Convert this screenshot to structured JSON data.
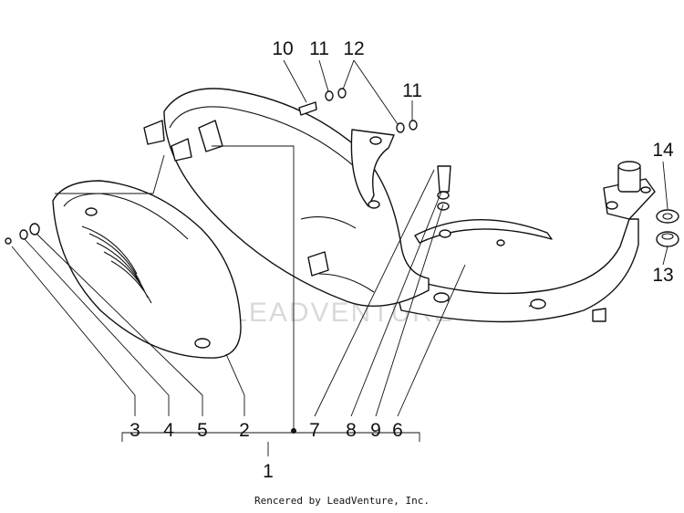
{
  "callouts": {
    "c1": "1",
    "c2": "2",
    "c3": "3",
    "c4": "4",
    "c5": "5",
    "c6": "6",
    "c7": "7",
    "c8": "8",
    "c9": "9",
    "c10": "10",
    "c11a": "11",
    "c11b": "11",
    "c12": "12",
    "c13": "13",
    "c14": "14"
  },
  "watermark": "LEADVENTURE",
  "footer": "Rencered by LeadVenture, Inc."
}
